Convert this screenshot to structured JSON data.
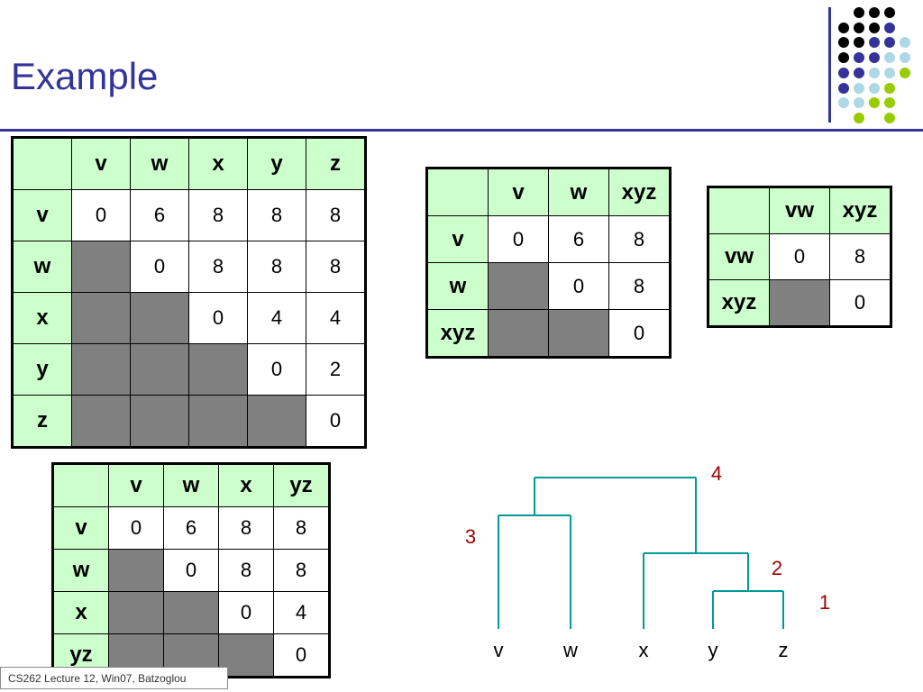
{
  "slide": {
    "title": "Example",
    "footer": "CS262 Lecture 12, Win07, Batzoglou"
  },
  "colors": {
    "title": "#333399",
    "header_fill": "#ccffcc",
    "masked_fill": "#808080",
    "tree_line": "#009999",
    "height_label": "#990000"
  },
  "tables": [
    {
      "id": "t1",
      "labels": [
        "v",
        "w",
        "x",
        "y",
        "z"
      ],
      "rows": [
        [
          "0",
          "6",
          "8",
          "8",
          "8"
        ],
        [
          null,
          "0",
          "8",
          "8",
          "8"
        ],
        [
          null,
          null,
          "0",
          "4",
          "4"
        ],
        [
          null,
          null,
          null,
          "0",
          "2"
        ],
        [
          null,
          null,
          null,
          null,
          "0"
        ]
      ]
    },
    {
      "id": "t2",
      "labels": [
        "v",
        "w",
        "xyz"
      ],
      "rows": [
        [
          "0",
          "6",
          "8"
        ],
        [
          null,
          "0",
          "8"
        ],
        [
          null,
          null,
          "0"
        ]
      ]
    },
    {
      "id": "t3",
      "labels": [
        "vw",
        "xyz"
      ],
      "rows": [
        [
          "0",
          "8"
        ],
        [
          null,
          "0"
        ]
      ]
    },
    {
      "id": "t4",
      "labels": [
        "v",
        "w",
        "x",
        "yz"
      ],
      "rows": [
        [
          "0",
          "6",
          "8",
          "8"
        ],
        [
          null,
          "0",
          "8",
          "8"
        ],
        [
          null,
          null,
          "0",
          "4"
        ],
        [
          null,
          null,
          null,
          "0"
        ]
      ]
    }
  ],
  "dendrogram": {
    "leaves": [
      "v",
      "w",
      "x",
      "y",
      "z"
    ],
    "merges": [
      {
        "label": "1",
        "left": "y",
        "right": "z",
        "height": 1
      },
      {
        "label": "2",
        "left": "x",
        "right": "yz",
        "height": 2
      },
      {
        "label": "3",
        "left": "v",
        "right": "w",
        "height": 3
      },
      {
        "label": "4",
        "left": "vw",
        "right": "xyz",
        "height": 4
      }
    ]
  }
}
